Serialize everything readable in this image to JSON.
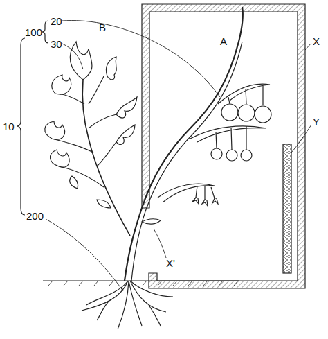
{
  "diagram": {
    "labels": [
      "B",
      "A",
      "100",
      "20",
      "30",
      "10",
      "200",
      "X",
      "Y",
      "X'"
    ]
  }
}
